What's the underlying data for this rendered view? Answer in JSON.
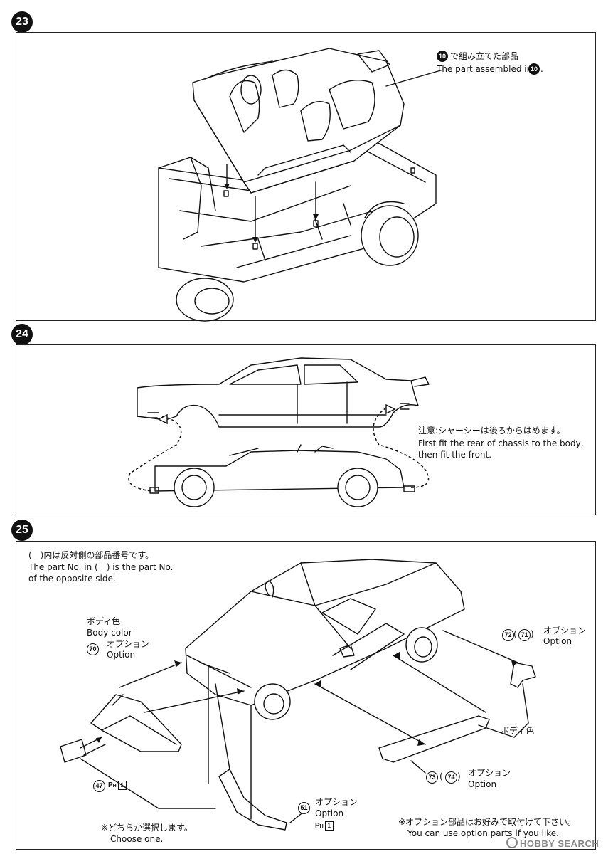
{
  "steps": {
    "s23": {
      "number": "23",
      "callout_part": "10",
      "callout_jp": "で組み立てた部品",
      "callout_en": "The part assembled in",
      "callout_en_part": "10",
      "callout_en_end": "."
    },
    "s24": {
      "number": "24",
      "note_jp": "注意:シャーシーは後ろからはめます。",
      "note_en_1": "First fit the rear of chassis to the body,",
      "note_en_2": "then fit the front."
    },
    "s25": {
      "number": "25",
      "note_jp": "(　)内は反対側の部品番号です。",
      "note_en_1": "The part No. in (　) is the part No.",
      "note_en_2": " of the opposite side.",
      "body_color_jp": "ボディ色",
      "body_color_en": "Body color",
      "p70": "70",
      "p70_jp": "オプション",
      "p70_en": "Option",
      "p72": "72",
      "p71": "71",
      "p72_jp": "オプション",
      "p72_en": "Option",
      "body_color_jp_2": "ボディ色",
      "p73": "73",
      "p74": "74",
      "p73_jp": "オプション",
      "p73_en": "Option",
      "p47": "47",
      "p47_runner": "P",
      "p47_runner_sub": "H",
      "p47_runner_num": "1",
      "p51": "51",
      "p51_jp": "オプション",
      "p51_en": "Option",
      "p51_runner": "P",
      "p51_runner_sub": "H",
      "p51_runner_num": "1",
      "choose_jp": "※どちらか選択します。",
      "choose_en": "Choose one.",
      "option_note_jp": "※オプション部品はお好みで取付けて下さい。",
      "option_note_en": "You can use option parts if you like."
    }
  },
  "watermark": "HOBBY SEARCH"
}
